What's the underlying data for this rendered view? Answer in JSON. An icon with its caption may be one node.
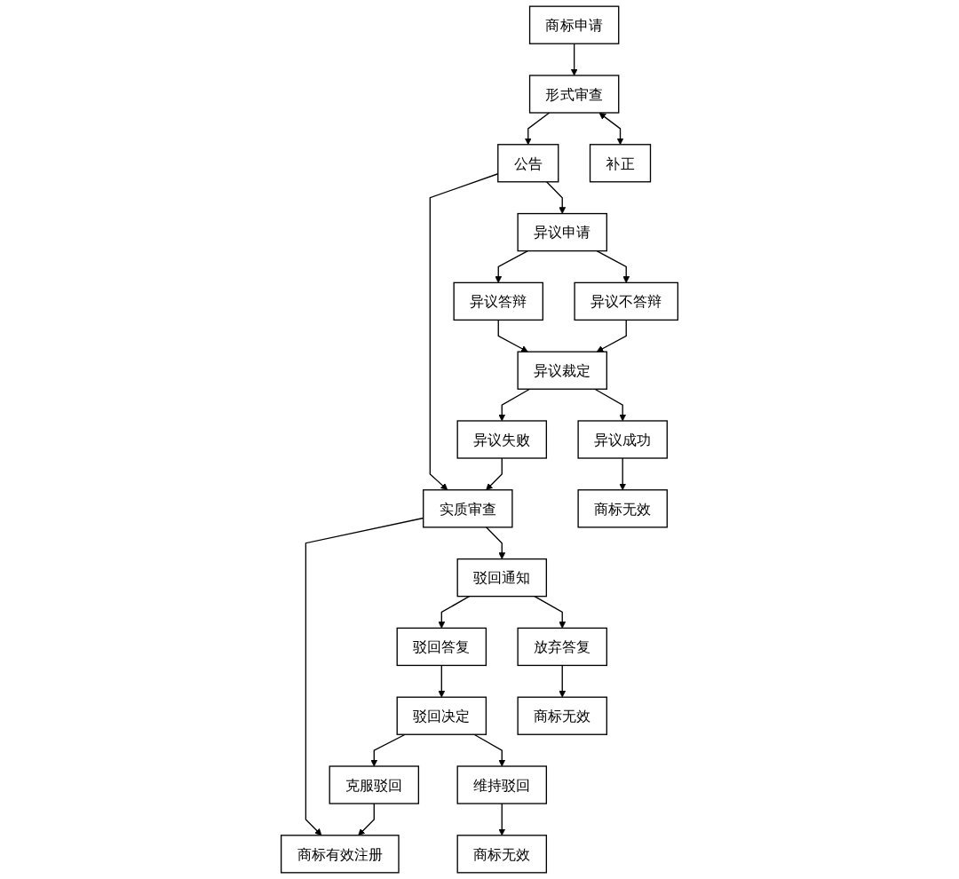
{
  "diagram": {
    "nodes": [
      {
        "text": [
          "商标申请"
        ]
      },
      {
        "text": [
          "形式审查"
        ]
      },
      {
        "text": [
          "补正"
        ]
      },
      {
        "text": [
          "公告"
        ]
      },
      {
        "text": [
          "异议申请"
        ]
      },
      {
        "text": [
          "异议答辩"
        ]
      },
      {
        "text": [
          "异议不答辩"
        ]
      },
      {
        "text": [
          "异议裁定"
        ]
      },
      {
        "text": [
          "异议失败"
        ]
      },
      {
        "text": [
          "异议成功"
        ]
      },
      {
        "text": [
          "商标无效"
        ]
      },
      {
        "text": [
          "实质审查"
        ]
      },
      {
        "text": [
          "驳回通知"
        ]
      },
      {
        "text": [
          "驳回答复"
        ]
      },
      {
        "text": [
          "放弃答复"
        ]
      },
      {
        "text": [
          "商标无效"
        ]
      },
      {
        "text": [
          "驳回决定"
        ]
      },
      {
        "text": [
          "克服驳回"
        ]
      },
      {
        "text": [
          "维持驳回"
        ]
      },
      {
        "text": [
          "商标无效"
        ]
      },
      {
        "text": [
          "商标有效注册"
        ]
      }
    ],
    "edges": [
      {
        "from": 0,
        "to": 1,
        "arrow": "to"
      },
      {
        "from": 1,
        "to": 3,
        "arrow": "to"
      },
      {
        "from": 3,
        "to": 11,
        "arrow": "to"
      },
      {
        "from": 11,
        "to": 20,
        "arrow": "to"
      },
      {
        "from": 1,
        "to": 2,
        "arrow": "both"
      },
      {
        "from": 3,
        "to": 4,
        "arrow": "to"
      },
      {
        "from": 4,
        "to": 5,
        "arrow": "to"
      },
      {
        "from": 4,
        "to": 6,
        "arrow": "to"
      },
      {
        "from": 5,
        "to": 7,
        "arrow": "to"
      },
      {
        "from": 6,
        "to": 7,
        "arrow": "to"
      },
      {
        "from": 7,
        "to": 8,
        "arrow": "to"
      },
      {
        "from": 7,
        "to": 9,
        "arrow": "to"
      },
      {
        "from": 8,
        "to": 11,
        "arrow": "to"
      },
      {
        "from": 9,
        "to": 10,
        "arrow": "to"
      },
      {
        "from": 11,
        "to": 12,
        "arrow": "to"
      },
      {
        "from": 12,
        "to": 13,
        "arrow": "to"
      },
      {
        "from": 12,
        "to": 14,
        "arrow": "to"
      },
      {
        "from": 14,
        "to": 15,
        "arrow": "to"
      },
      {
        "from": 13,
        "to": 16,
        "arrow": "to"
      },
      {
        "from": 16,
        "to": 17,
        "arrow": "to"
      },
      {
        "from": 16,
        "to": 18,
        "arrow": "to"
      },
      {
        "from": 17,
        "to": 20,
        "arrow": "to"
      },
      {
        "from": 18,
        "to": 19,
        "arrow": "to"
      }
    ]
  }
}
